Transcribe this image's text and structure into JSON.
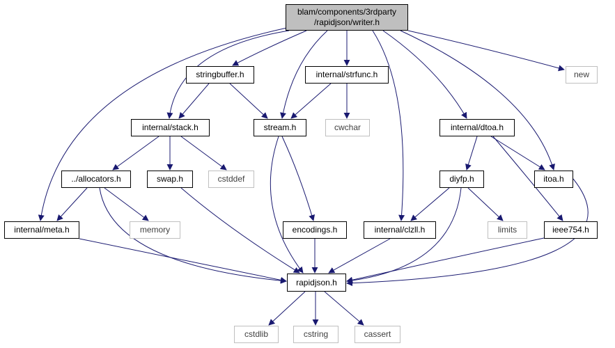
{
  "graph": {
    "root": {
      "line1": "blam/components/3rdparty",
      "line2": "/rapidjson/writer.h"
    },
    "nodes": {
      "stringbuffer": "stringbuffer.h",
      "strfunc": "internal/strfunc.h",
      "new": "new",
      "stack": "internal/stack.h",
      "stream": "stream.h",
      "cwchar": "cwchar",
      "dtoa": "internal/dtoa.h",
      "allocators": "../allocators.h",
      "swap": "swap.h",
      "cstddef": "cstddef",
      "diyfp": "diyfp.h",
      "itoa": "itoa.h",
      "meta": "internal/meta.h",
      "memory": "memory",
      "encodings": "encodings.h",
      "clzll": "internal/clzll.h",
      "limits": "limits",
      "ieee754": "ieee754.h",
      "rapidjson": "rapidjson.h",
      "cstdlib": "cstdlib",
      "cstring": "cstring",
      "cassert": "cassert"
    },
    "colors": {
      "edge": "#191970",
      "node_border": "#000000",
      "external_border": "#bfbfbf",
      "root_fill": "#bfbfbf"
    }
  }
}
